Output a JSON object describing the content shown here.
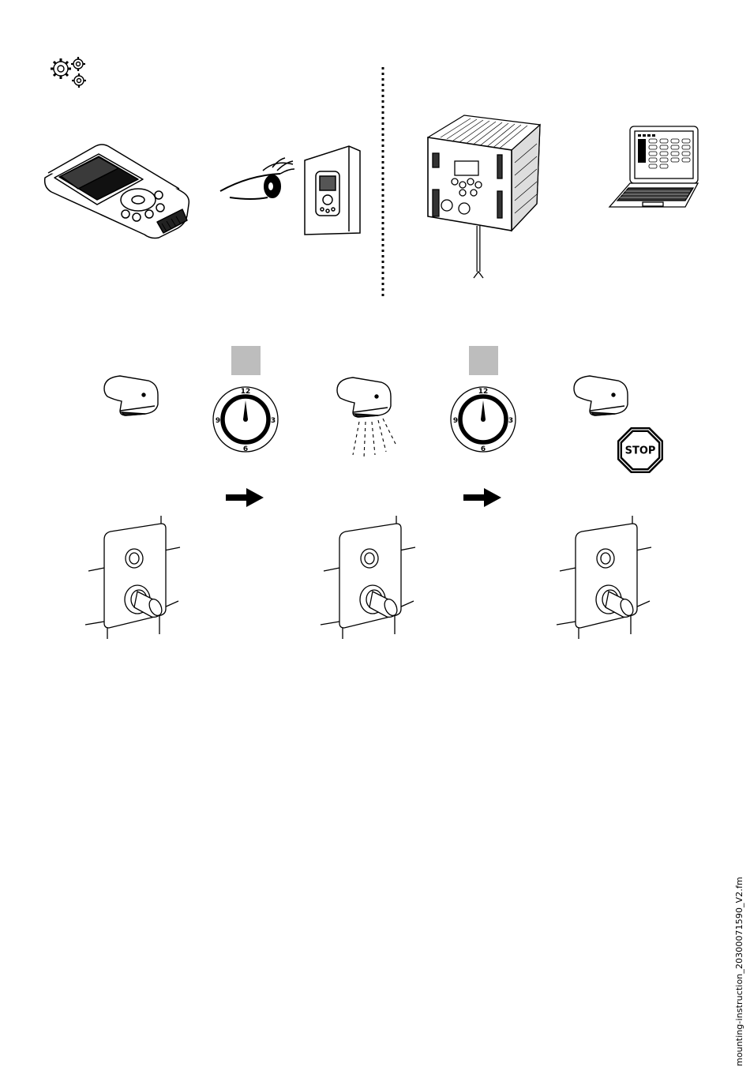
{
  "dial": {
    "n12": "12",
    "n3": "3",
    "n6": "6",
    "n9": "9"
  },
  "stop_sign": {
    "label": "STOP",
    "color": "#000000"
  },
  "marker_color": "#bdbdbd",
  "footer": {
    "filename": "mounting-instruction_20300071590_V2.fm"
  },
  "icons": [
    "gears-icon",
    "handheld-programmer-icon",
    "eye-icon",
    "manual-booklet-icon",
    "control-unit-icon",
    "laptop-icon",
    "faucet-icon",
    "timer-dial-icon",
    "arrow-right-icon",
    "stop-sign-icon",
    "flush-panel-icon"
  ]
}
